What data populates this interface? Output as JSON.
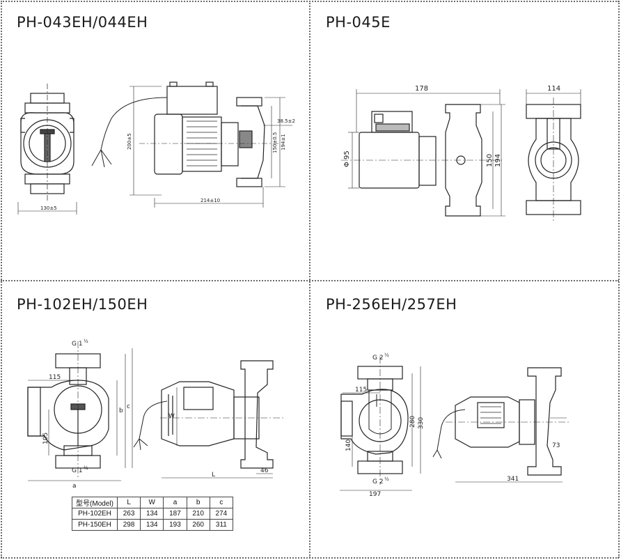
{
  "panels": {
    "top_left": {
      "title": "PH-043EH/044EH",
      "dims": {
        "height": "200±5",
        "width_bottom": "214±10",
        "left_width": "130±5",
        "offset": "38.5±2",
        "pipe_h": "150±0.5",
        "total_h": "194±1"
      }
    },
    "top_right": {
      "title": "PH-045E",
      "dims": {
        "length": "178",
        "diameter": "Φ 95",
        "h1": "150",
        "h2": "194",
        "side_w": "114"
      }
    },
    "bottom_left": {
      "title": "PH-102EH/150EH",
      "dims": {
        "g_top": "G 1",
        "g_top_frac": "½",
        "g_bottom": "G 1",
        "g_bottom_frac": "½",
        "d115": "115",
        "d105": "105",
        "W": "W",
        "L": "L",
        "d46": "46",
        "a": "a",
        "b": "b",
        "c": "c"
      },
      "table": {
        "headers": [
          "型号(Model)",
          "L",
          "W",
          "a",
          "b",
          "c"
        ],
        "rows": [
          [
            "PH-102EH",
            "263",
            "134",
            "187",
            "210",
            "274"
          ],
          [
            "PH-150EH",
            "298",
            "134",
            "193",
            "260",
            "311"
          ]
        ]
      }
    },
    "bottom_right": {
      "title": "PH-256EH/257EH",
      "dims": {
        "g_top": "G 2",
        "g_top_frac": "½",
        "g_bottom": "G 2",
        "g_bottom_frac": "½",
        "d115": "115",
        "d140": "140",
        "d280": "280",
        "d330": "330",
        "d197": "197",
        "d341": "341",
        "d73": "73"
      }
    }
  }
}
